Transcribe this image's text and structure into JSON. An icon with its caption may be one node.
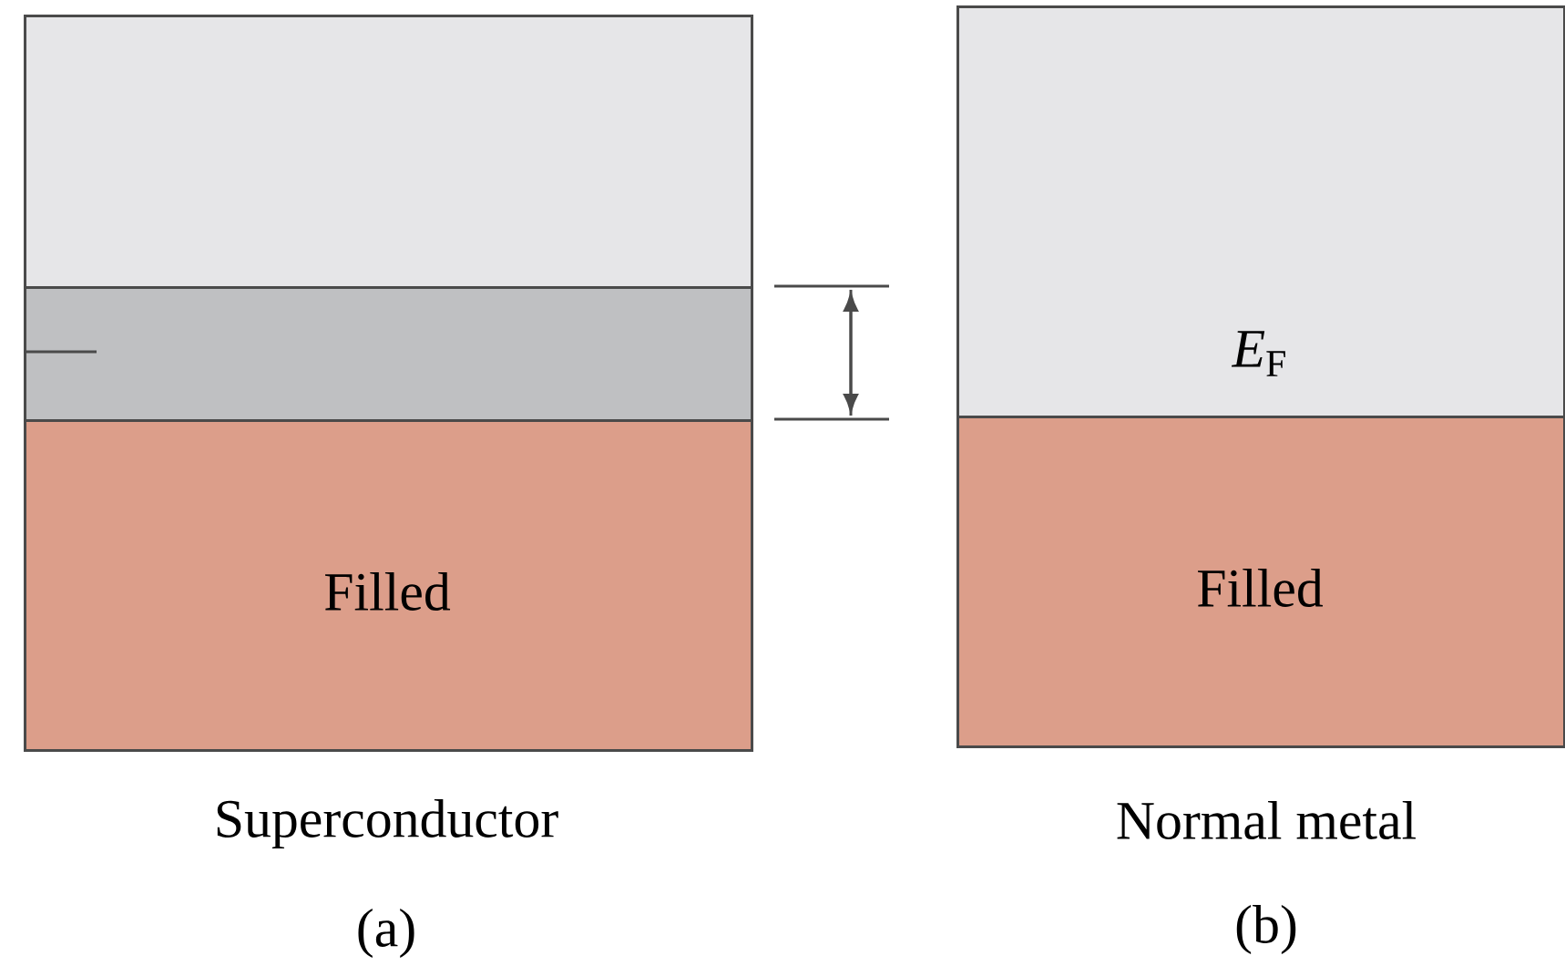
{
  "diagram": {
    "nodes": [
      {
        "text": [],
        "shape": "box"
      },
      {
        "text": [],
        "shape": "box"
      },
      {
        "text": [
          "Filled"
        ]
      },
      {
        "text": [
          "*E*$_{F}$"
        ]
      },
      {
        "text": [
          "Filled"
        ]
      }
    ],
    "labels": [
      "Superconductor",
      "(a)",
      "Normal metal",
      "(b)"
    ]
  }
}
